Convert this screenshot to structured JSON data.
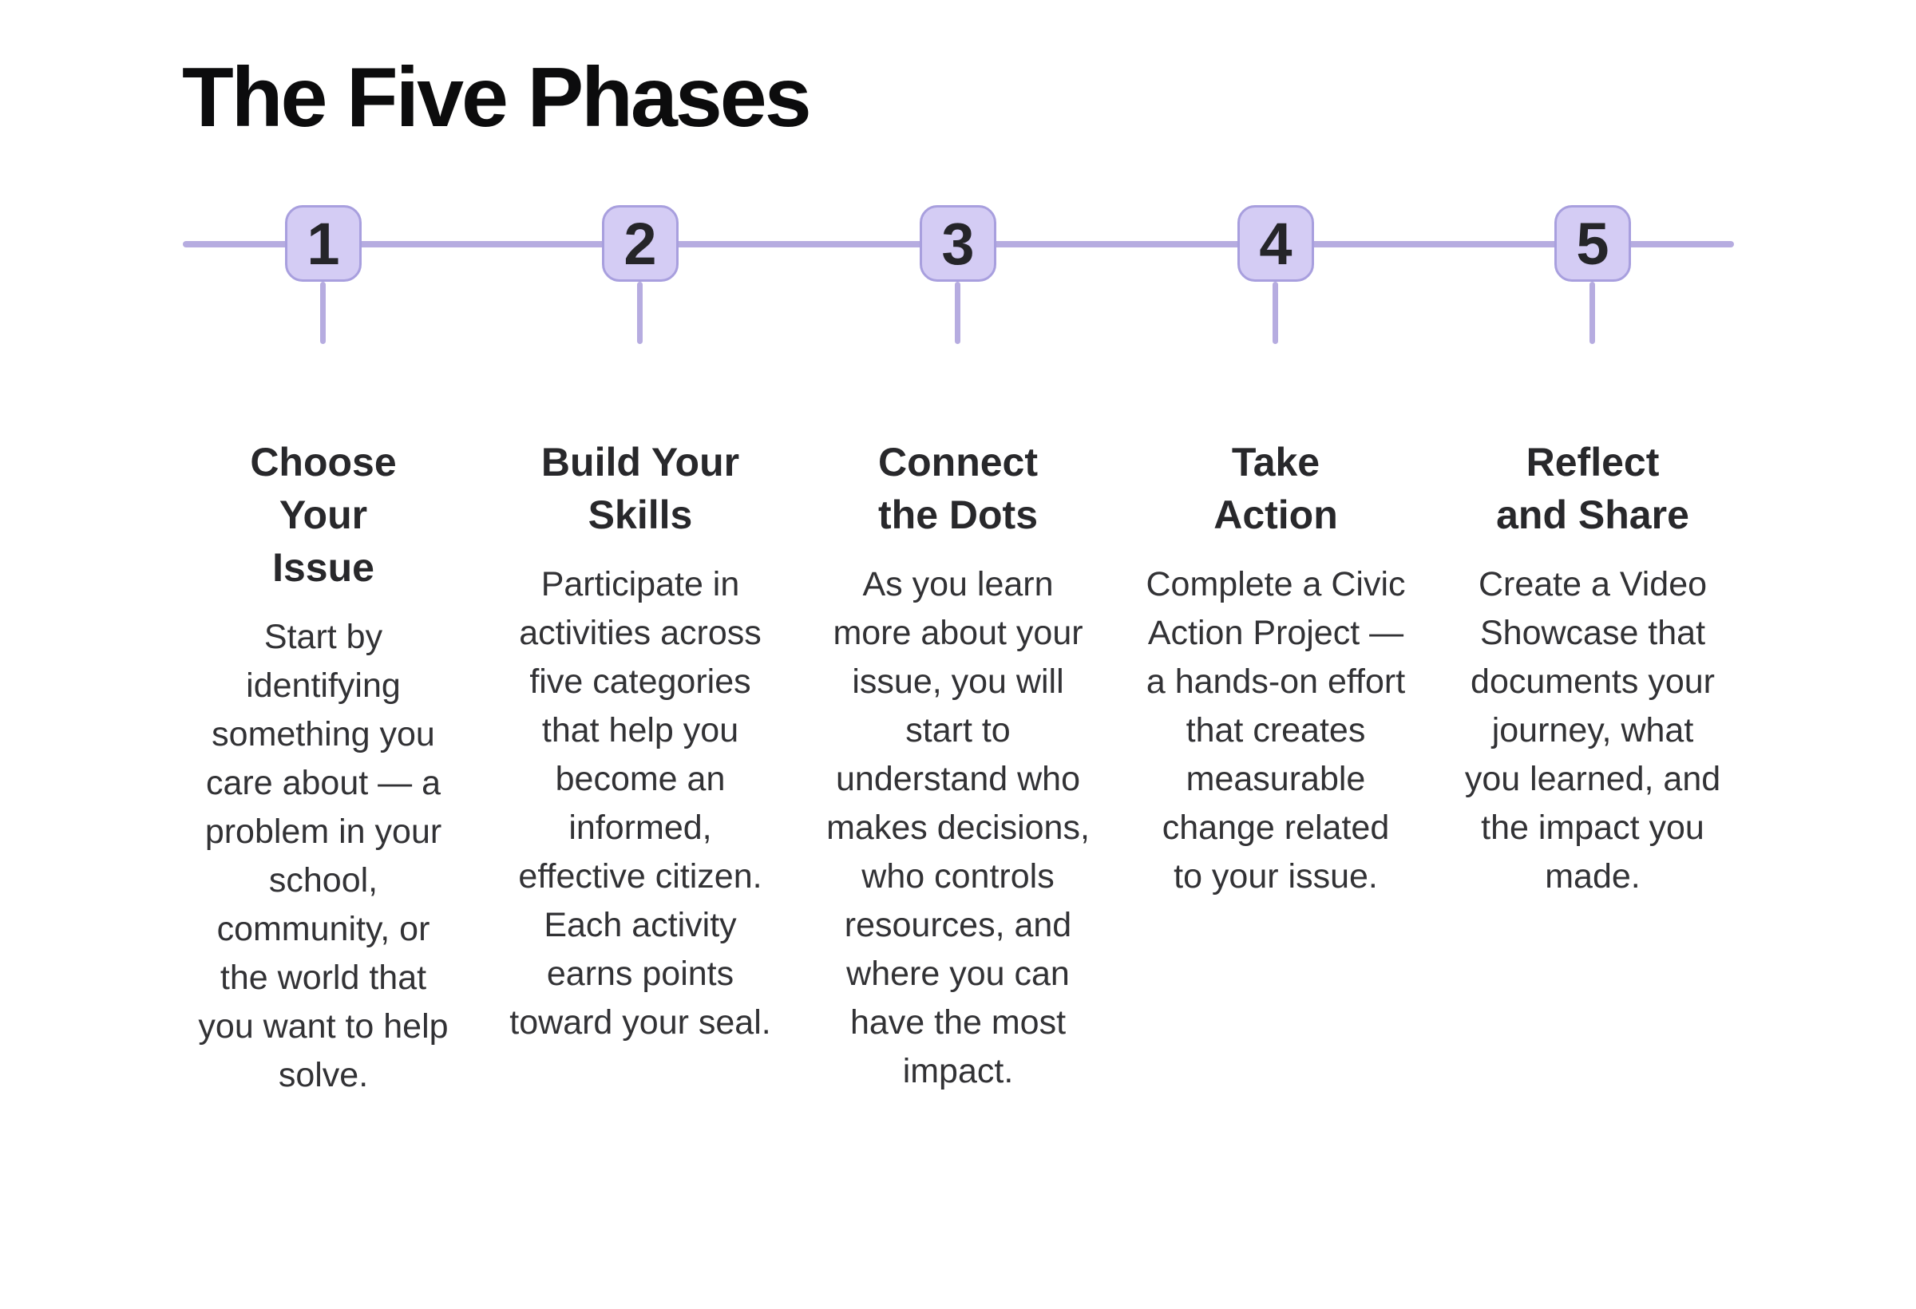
{
  "title": "The Five Phases",
  "colors": {
    "background": "#ffffff",
    "badge_fill": "#d4ccf4",
    "badge_border": "#a89fde",
    "timeline_line": "#b6ace0",
    "badge_number": "#252529",
    "title_text": "#0c0c0d",
    "heading_text": "#28282b",
    "body_text": "#323235"
  },
  "phases": [
    {
      "number": "1",
      "heading": "Choose\nYour\nIssue",
      "description": "Start by identifying something you care about — a problem in your school, community, or the world that you want to help solve."
    },
    {
      "number": "2",
      "heading": "Build Your\nSkills",
      "description": "Participate in activities across five categories that help you become an informed, effective citizen. Each activity earns points toward your seal."
    },
    {
      "number": "3",
      "heading": "Connect\nthe Dots",
      "description": "As you learn more about your issue, you will start to understand who makes decisions, who controls resources, and where you can have the most impact."
    },
    {
      "number": "4",
      "heading": "Take\nAction",
      "description": "Complete a Civic Action Project — a hands-on effort that creates measurable change related to your issue."
    },
    {
      "number": "5",
      "heading": "Reflect\nand Share",
      "description": "Create a Video Showcase that documents your journey, what you learned, and the impact you made."
    }
  ]
}
